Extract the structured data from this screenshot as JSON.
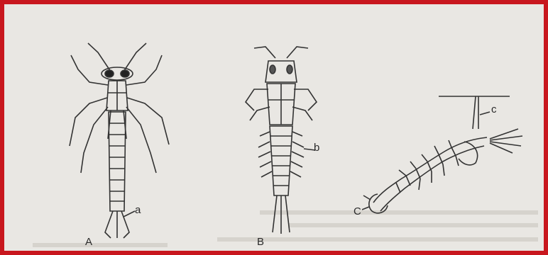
{
  "figure": {
    "border_color": "#c8171e",
    "background_color": "#e9e7e3",
    "ink_color": "#333333"
  },
  "panels": [
    {
      "letter": "A",
      "pointer_label": "a"
    },
    {
      "letter": "B",
      "pointer_label": "b"
    },
    {
      "letter": "C",
      "pointer_label": "c"
    }
  ]
}
